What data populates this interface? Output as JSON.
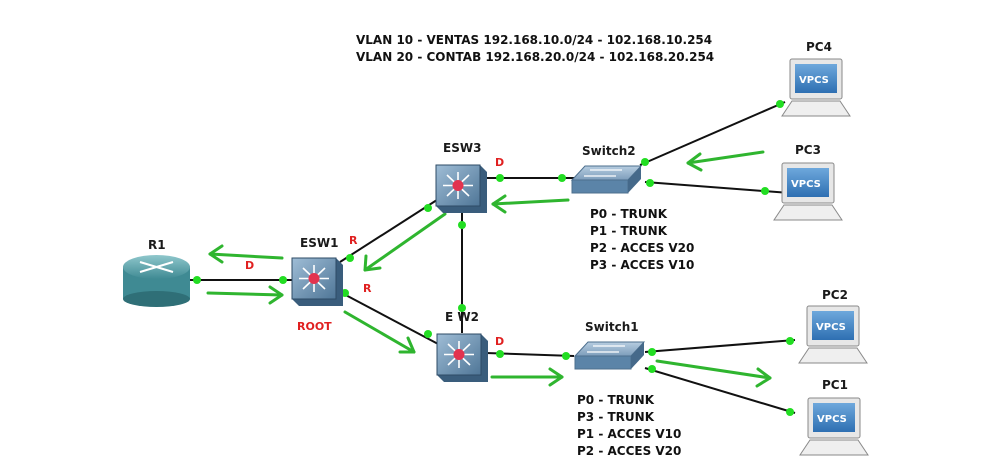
{
  "header": {
    "vlan_line_1": "VLAN 10 - VENTAS 192.168.10.0/24 - 102.168.10.254",
    "vlan_line_2": "VLAN 20 - CONTAB 192.168.20.0/24 - 102.168.20.254"
  },
  "devices": {
    "r1": "R1",
    "esw1": "ESW1",
    "esw2": "E W2",
    "esw3": "ESW3",
    "switch1": "Switch1",
    "switch2": "Switch2",
    "pc1": "PC1",
    "pc2": "PC2",
    "pc3": "PC3",
    "pc4": "PC4",
    "vpcs_label": "VPCS"
  },
  "port_roles": {
    "r1_link": "D",
    "esw1_to_esw3": "R",
    "esw1_to_esw2": "R",
    "esw3_to_switch2": "D",
    "esw2_to_switch1": "D",
    "esw1_root": "ROOT"
  },
  "switch2_ports": [
    "P0 - TRUNK",
    "P1 - TRUNK",
    "P2 - ACCES V20",
    "P3 - ACCES V10"
  ],
  "switch1_ports": [
    "P0 - TRUNK",
    "P3 - TRUNK",
    "P1 - ACCES V10",
    "P2 - ACCES V20"
  ],
  "colors": {
    "link": "#111111",
    "port_dot": "#22dd22",
    "arrow": "#2fb52f",
    "port_role": "#e02020",
    "device_blue": "#5b84a8",
    "router_teal": "#3f8a93",
    "vpcs_screen": "#3c7fc4"
  }
}
